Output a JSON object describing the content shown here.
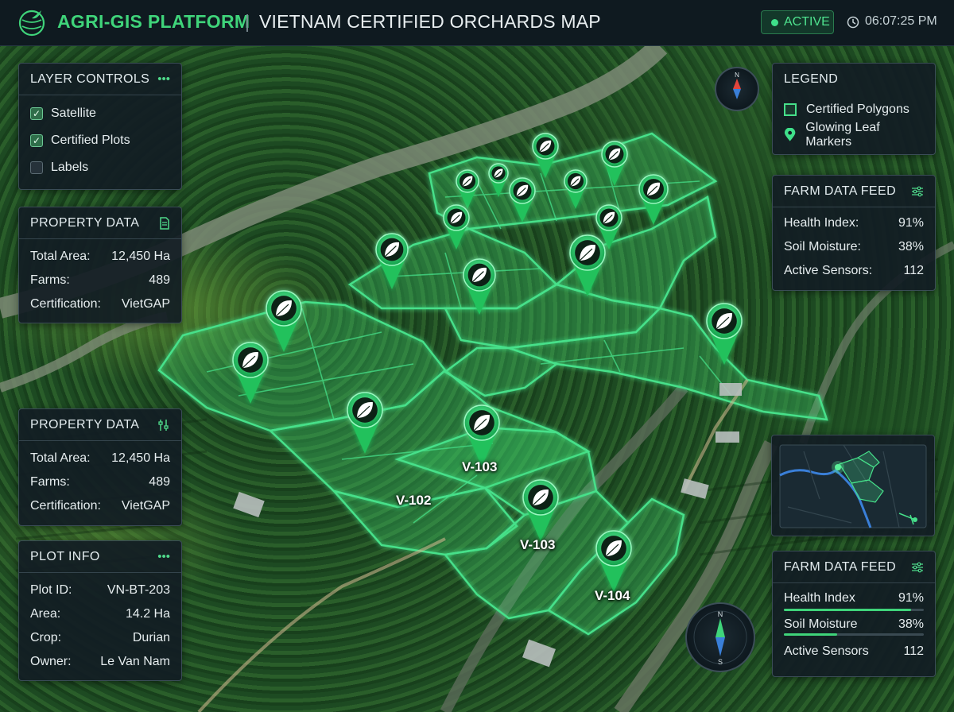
{
  "header": {
    "app_name": "AGRI-GIS PLATFORM",
    "separator": "|",
    "title": "VIETNAM CERTIFIED ORCHARDS MAP",
    "status": "ACTIVE",
    "time": "06:07:25 PM",
    "icons": {
      "logo": "globe-leaf-icon",
      "clock": "clock-icon"
    }
  },
  "colors": {
    "accent": "#3fd47a",
    "panel_bg": "#121c24",
    "polygon": "#46e08a"
  },
  "layer_controls": {
    "title": "LAYER CONTROLS",
    "menu_icon": "•••",
    "items": [
      {
        "label": "Satellite",
        "checked": true
      },
      {
        "label": "Certified Plots",
        "checked": true
      },
      {
        "label": "Labels",
        "checked": false
      }
    ]
  },
  "property_data_1": {
    "title": "PROPERTY DATA",
    "icon": "document-icon",
    "rows": [
      {
        "label": "Total Area:",
        "value": "12,450 Ha"
      },
      {
        "label": "Farms:",
        "value": "489"
      },
      {
        "label": "Certification:",
        "value": "VietGAP"
      }
    ]
  },
  "property_data_2": {
    "title": "PROPERTY DATA",
    "icon": "filter-sliders-icon",
    "rows": [
      {
        "label": "Total Area:",
        "value": "12,450 Ha"
      },
      {
        "label": "Farms:",
        "value": "489"
      },
      {
        "label": "Certification:",
        "value": "VietGAP"
      }
    ]
  },
  "plot_info": {
    "title": "PLOT INFO",
    "menu_icon": "•••",
    "rows": [
      {
        "label": "Plot ID:",
        "value": "VN-BT-203"
      },
      {
        "label": "Area:",
        "value": "14.2 Ha"
      },
      {
        "label": "Crop:",
        "value": "Durian"
      },
      {
        "label": "Owner:",
        "value": "Le Van Nam"
      }
    ]
  },
  "legend": {
    "title": "LEGEND",
    "items": [
      {
        "label": "Certified Polygons",
        "icon": "square-outline-icon"
      },
      {
        "label": "Glowing Leaf Markers",
        "icon": "map-pin-icon"
      }
    ]
  },
  "farm_feed_1": {
    "title": "FARM DATA FEED",
    "icon": "sliders-icon",
    "rows": [
      {
        "label": "Health Index:",
        "value": "91%"
      },
      {
        "label": "Soil Moisture:",
        "value": "38%"
      },
      {
        "label": "Active Sensors:",
        "value": "112"
      }
    ]
  },
  "farm_feed_2": {
    "title": "FARM DATA FEED",
    "icon": "sliders-icon",
    "rows": [
      {
        "label": "Health Index",
        "value": "91%",
        "level": 0.91
      },
      {
        "label": "Soil Moisture",
        "value": "38%",
        "level": 0.38
      },
      {
        "label": "Active Sensors",
        "value": "112"
      }
    ]
  },
  "compass": {
    "north": "N",
    "south": "S"
  },
  "plot_labels": [
    "V-103",
    "V-102",
    "V-103",
    "V-104"
  ]
}
